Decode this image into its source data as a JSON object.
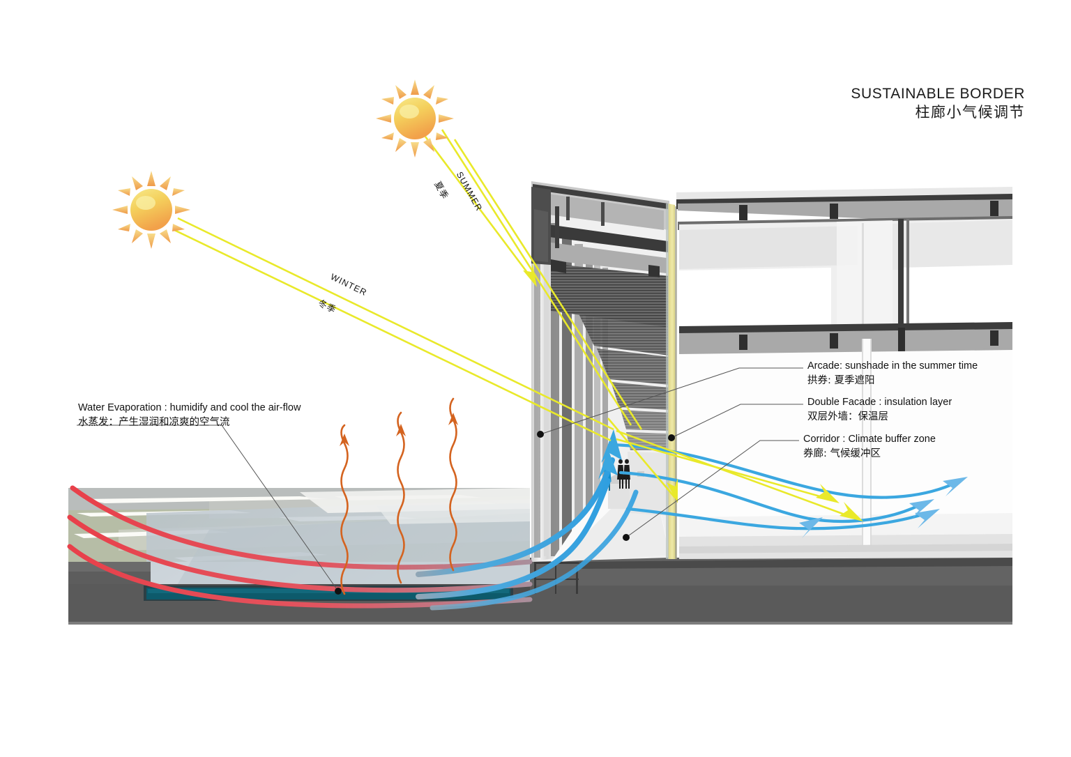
{
  "title": {
    "en": "SUSTAINABLE BORDER",
    "cn": "柱廊小气候调节"
  },
  "sun_labels": [
    {
      "key": "summer",
      "en": "SUMMER",
      "cn": "夏季"
    },
    {
      "key": "winter",
      "en": "WINTER",
      "cn": "冬季"
    }
  ],
  "annotations": {
    "left": {
      "en": "Water Evaporation : humidify and cool the air-flow",
      "cn": "水蒸发：产生湿润和凉爽的空气流"
    },
    "right": [
      {
        "en": "Arcade: sunshade in the summer time",
        "cn": "拱券: 夏季遮阳"
      },
      {
        "en": "Double Facade :  insulation layer",
        "cn": "双层外墙：保温层"
      },
      {
        "en": "Corridor : Climate buffer zone",
        "cn": "券廊: 气候缓冲区"
      }
    ]
  },
  "colors": {
    "sun_ray": "#e9e92a",
    "sun_core": "#f6c34a",
    "warm_air": "#e8404a",
    "cool_air": "#35a8e0",
    "evaporation": "#d4631f",
    "water": "#0d5a6b",
    "plinth": "#5a5a5a",
    "ground_green": "#b6bda6",
    "ground_gray": "#b9bdbc",
    "facade_yellow": "#e8e08a",
    "text": "#111111"
  },
  "scene": {
    "elements": [
      "summer-sun",
      "winter-sun",
      "summer-ray",
      "winter-ray",
      "arcade-corridor",
      "double-facade",
      "building-section",
      "water-pool",
      "warm-airflow",
      "cool-airflow",
      "evaporation-arrows",
      "people"
    ]
  }
}
